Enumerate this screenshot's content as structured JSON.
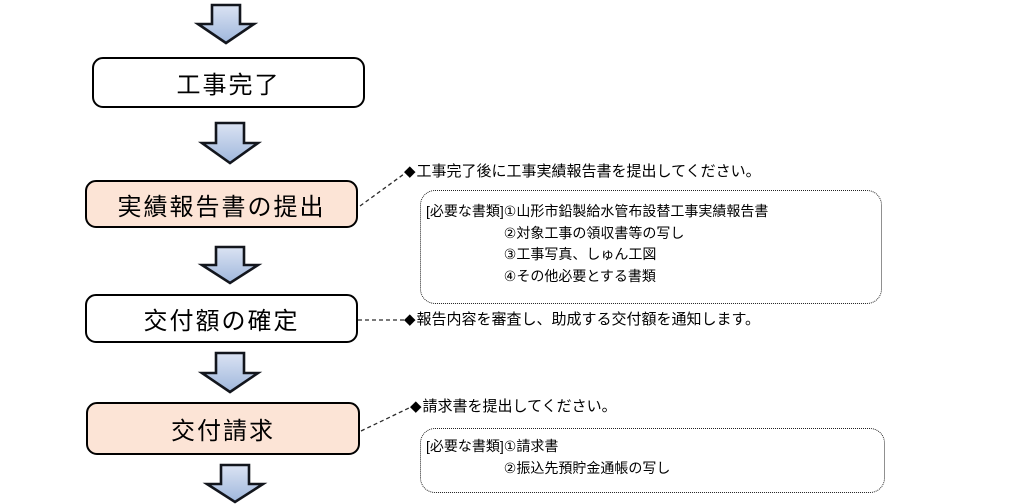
{
  "flow": {
    "steps": [
      {
        "label": "工事完了",
        "variant": "plain"
      },
      {
        "label": "実績報告書の提出",
        "variant": "highlight"
      },
      {
        "label": "交付額の確定",
        "variant": "plain"
      },
      {
        "label": "交付請求",
        "variant": "highlight"
      }
    ]
  },
  "notes": [
    {
      "bullet": "◆",
      "text": "工事完了後に工事実績報告書を提出してください。",
      "documents": {
        "label": "[必要な書類]",
        "items": [
          "①山形市鉛製給水管布設替工事実績報告書",
          "②対象工事の領収書等の写し",
          "③工事写真、しゅん工図",
          "④その他必要とする書類"
        ]
      }
    },
    {
      "bullet": "◆",
      "text": "報告内容を審査し、助成する交付額を通知します。"
    },
    {
      "bullet": "◆",
      "text": "請求書を提出してください。",
      "documents": {
        "label": "[必要な書類]",
        "items": [
          "①請求書",
          "②振込先預貯金通帳の写し"
        ]
      }
    }
  ],
  "colors": {
    "highlight_fill": "#fce4d6",
    "plain_fill": "#ffffff",
    "arrow_fill_top": "#dbe3f3",
    "arrow_fill_bottom": "#9fb7dc",
    "arrow_outline": "#13161d",
    "border": "#000000",
    "dotted_border": "#222222",
    "connector_color": "#2b2b2b"
  }
}
